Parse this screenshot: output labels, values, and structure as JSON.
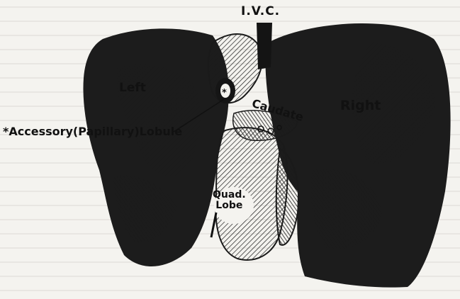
{
  "labels": {
    "ivc": "I.V.C.",
    "left": "Left",
    "right": "Right",
    "caudate": "Caudate",
    "accessory": "*Accessory(Papillary)Lobule",
    "quad_line1": "Quad.",
    "quad_line2": "Lobe"
  },
  "colors": {
    "paper": "#f4f3ef",
    "ink": "#151515",
    "shade": "#6b6b6b",
    "light": "#ffffff"
  }
}
